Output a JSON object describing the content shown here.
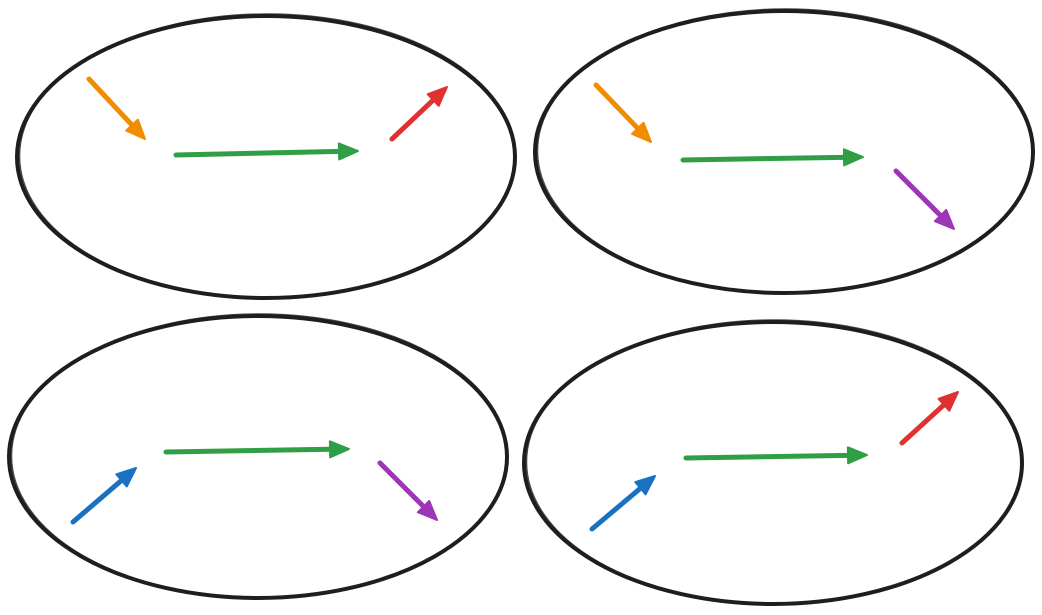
{
  "diagram": {
    "background": "#ffffff",
    "outline_color": "#1e1e1e",
    "colors": {
      "orange": "#f08c00",
      "green": "#2f9e44",
      "red": "#e03131",
      "purple": "#9c36b5",
      "blue": "#1971c2"
    },
    "panels": [
      {
        "name": "top-left",
        "arrows": [
          {
            "name": "incoming",
            "color": "orange",
            "direction": "down-right"
          },
          {
            "name": "middle",
            "color": "green",
            "direction": "right"
          },
          {
            "name": "outgoing",
            "color": "red",
            "direction": "up-right"
          }
        ]
      },
      {
        "name": "top-right",
        "arrows": [
          {
            "name": "incoming",
            "color": "orange",
            "direction": "down-right"
          },
          {
            "name": "middle",
            "color": "green",
            "direction": "right"
          },
          {
            "name": "outgoing",
            "color": "purple",
            "direction": "down-right"
          }
        ]
      },
      {
        "name": "bottom-left",
        "arrows": [
          {
            "name": "incoming",
            "color": "blue",
            "direction": "up-right"
          },
          {
            "name": "middle",
            "color": "green",
            "direction": "right"
          },
          {
            "name": "outgoing",
            "color": "purple",
            "direction": "down-right"
          }
        ]
      },
      {
        "name": "bottom-right",
        "arrows": [
          {
            "name": "incoming",
            "color": "blue",
            "direction": "up-right"
          },
          {
            "name": "middle",
            "color": "green",
            "direction": "right"
          },
          {
            "name": "outgoing",
            "color": "red",
            "direction": "up-right"
          }
        ]
      }
    ]
  }
}
